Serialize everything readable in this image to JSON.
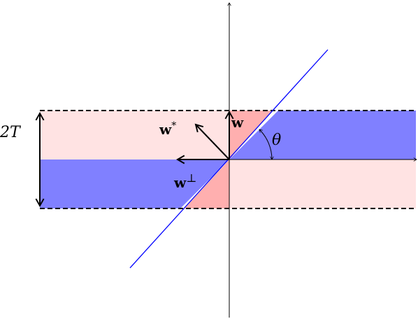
{
  "diagram": {
    "labels": {
      "band_width": "2T",
      "w": "w",
      "w_star_base": "w",
      "w_star_sup": "*",
      "w_perp_base": "w",
      "w_perp_sup": "⊥",
      "theta": "θ"
    },
    "colors": {
      "light_pink": "#ffe3e3",
      "pink": "#ffafaf",
      "blue_fill": "#8080ff",
      "line_blue": "#0000ff",
      "black": "#000000"
    }
  }
}
